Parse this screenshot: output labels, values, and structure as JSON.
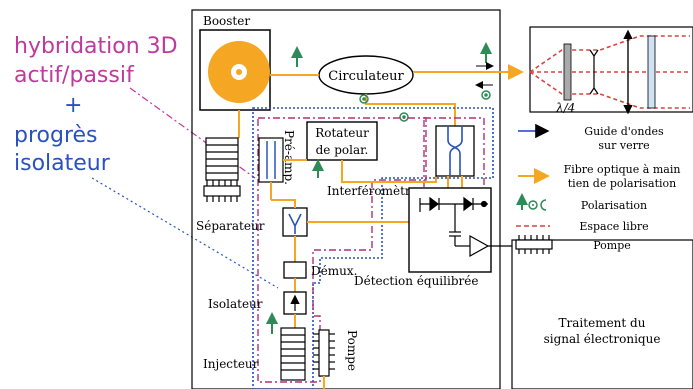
{
  "annotations": {
    "hybrid_line1": "hybridation 3D",
    "hybrid_line2": "actif/passif",
    "plus": "+",
    "progress_line1": "progrès",
    "progress_line2": "isolateur"
  },
  "components": {
    "booster": "Booster",
    "circulator": "Circulateur",
    "preamp": "Pré-amp.",
    "rotator_line1": "Rotateur",
    "rotator_line2": "de polar.",
    "interferometer": "Interféromètre",
    "separator": "Séparateur",
    "demux": "Démux.",
    "isolator": "Isolateur",
    "injector": "Injecteur",
    "pump_vertical": "Pompe",
    "balanced_detection": "Détection équilibrée",
    "signal_line1": "Traitement du",
    "signal_line2": "signal électronique",
    "lambda4": "λ/4"
  },
  "legend": {
    "waveguide_line1": "Guide d'ondes",
    "waveguide_line2": "sur verre",
    "fiber_line1": "Fibre optique à main",
    "fiber_line2": "tien de polarisation",
    "polarisation": "Polarisation",
    "free_space": "Espace libre",
    "pump": "Pompe"
  },
  "colors": {
    "annotation_magenta": "#c0399c",
    "annotation_blue": "#2a52be",
    "fiber_orange": "#f5a623",
    "waveguide_blue": "#3a5fcd",
    "polarisation_green": "#2e8b57",
    "free_space_red": "#d64541",
    "dashdot_purple": "#b0307a"
  }
}
